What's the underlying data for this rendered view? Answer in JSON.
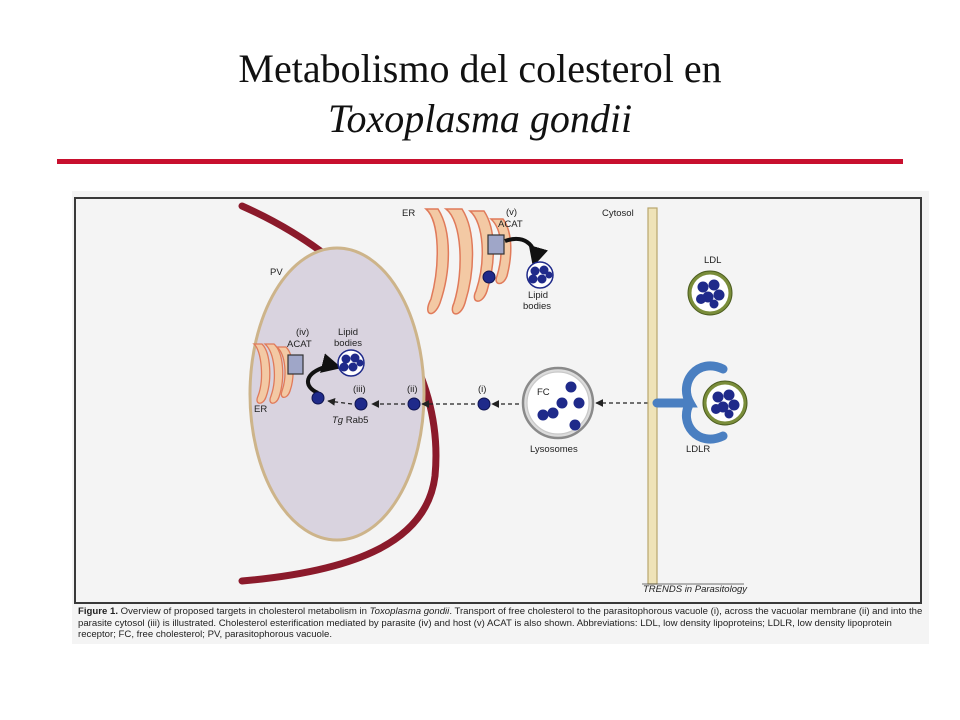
{
  "title": {
    "line1": "Metabolismo del colesterol en",
    "line2": "Toxoplasma gondii"
  },
  "diagram": {
    "labels": {
      "pv": "PV",
      "er_host": "ER",
      "er_parasite": "ER",
      "acat_host_numeral": "(v)",
      "acat_host": "ACAT",
      "acat_parasite_numeral": "(iv)",
      "acat_parasite": "ACAT",
      "lipid_bodies_host_1": "Lipid",
      "lipid_bodies_host_2": "bodies",
      "lipid_bodies_parasite_1": "Lipid",
      "lipid_bodies_parasite_2": "bodies",
      "step_i": "(i)",
      "step_ii": "(ii)",
      "step_iii": "(iii)",
      "tg": "Tg",
      "rab5": " Rab5",
      "fc": "FC",
      "lysosomes": "Lysosomes",
      "cytosol": "Cytosol",
      "ldl": "LDL",
      "ldlr": "LDLR",
      "source": "TRENDS in Parasitology"
    },
    "colors": {
      "vacuole_membrane": "#8b1a2b",
      "parasite_fill": "#d9d3df",
      "parasite_border": "#cdb48a",
      "er_fill": "#f3c9a4",
      "er_stroke": "#e07a5a",
      "cholesterol": "#1f2a8a",
      "acat": "#9fa6c8",
      "cell_membrane": "#efe3b8",
      "receptor": "#4a7fc1"
    }
  },
  "caption": {
    "label": "Figure 1.",
    "text1": " Overview of proposed targets in cholesterol metabolism in ",
    "organism": "Toxoplasma gondii",
    "text2": ". Transport of free cholesterol to the parasitophorous vacuole (i), across the vacuolar membrane (ii) and into the parasite cytosol (iii) is illustrated. Cholesterol esterification mediated by parasite (iv) and host (v) ACAT is also shown. Abbreviations: LDL, low density lipoproteins; LDLR, low density lipoprotein receptor; FC, free cholesterol; PV, parasitophorous vacuole."
  }
}
